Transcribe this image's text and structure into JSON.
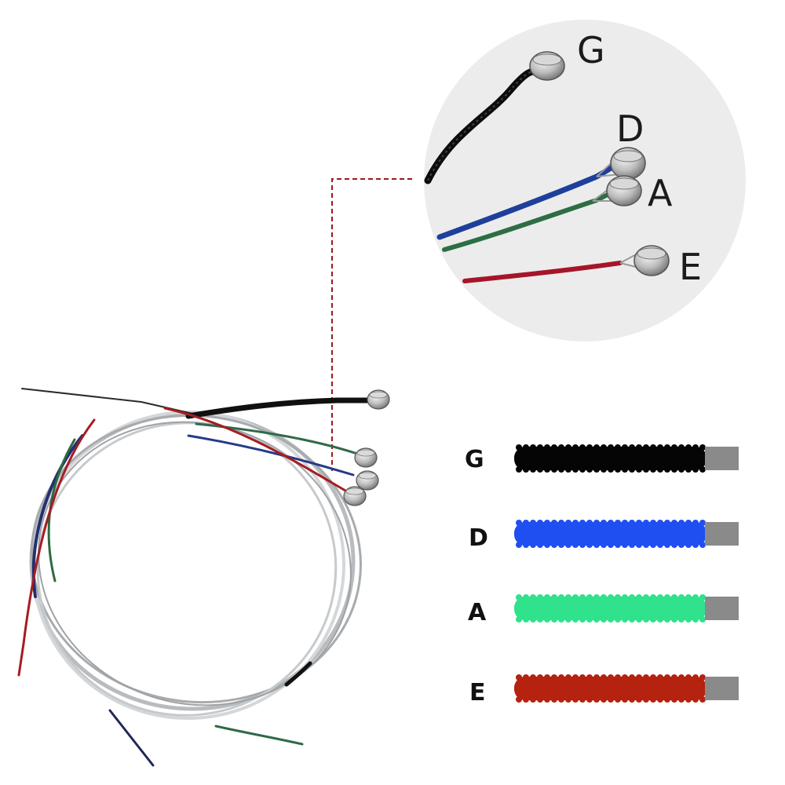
{
  "zoom_callout": {
    "labels": [
      "G",
      "D",
      "A",
      "E"
    ]
  },
  "legend": {
    "items": [
      {
        "label": "G",
        "color": "#050505",
        "end_color": "#8a8a8a"
      },
      {
        "label": "D",
        "color": "#1f4ff0",
        "end_color": "#8a8a8a"
      },
      {
        "label": "A",
        "color": "#2fe28b",
        "end_color": "#8a8a8a"
      },
      {
        "label": "E",
        "color": "#b5220f",
        "end_color": "#8a8a8a"
      }
    ]
  },
  "colors": {
    "callout_background": "#ececec",
    "leader_line": "#9a1b1b",
    "string_silver": "#bfc3c6",
    "ball_end": "#c9c9c9"
  }
}
